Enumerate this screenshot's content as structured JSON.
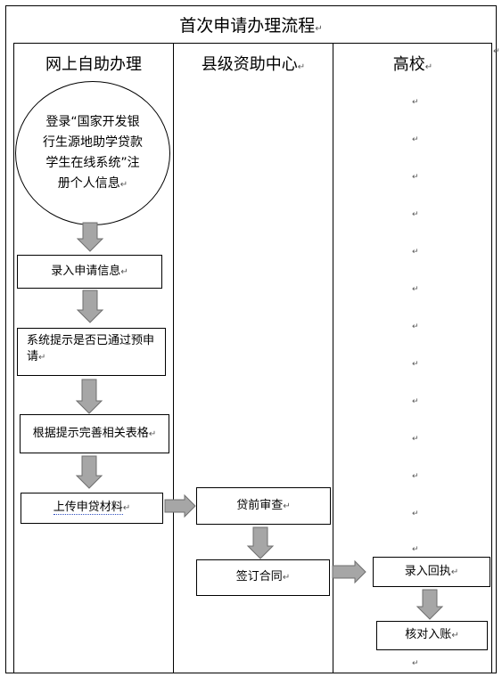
{
  "title": "首次申请办理流程",
  "columns": {
    "left": "网上自助办理",
    "middle": "县级资助中心",
    "right": "高校"
  },
  "mark": "↵",
  "steps": {
    "login": "登录“国家开发银行生源地助学贷款学生在线系统”注册个人信息",
    "enter_info": "录入申请信息",
    "system_prompt": "系统提示是否已通过预申请",
    "complete_forms": "根据提示完善相关表格",
    "upload": "上传申贷材料",
    "pre_review": "贷前审查",
    "sign_contract": "签订合同",
    "enter_receipt": "录入回执",
    "verify_account": "核对入账"
  },
  "colors": {
    "arrow_fill": "#a6a6a6",
    "arrow_stroke": "#6f6f6f",
    "line": "#000000"
  }
}
